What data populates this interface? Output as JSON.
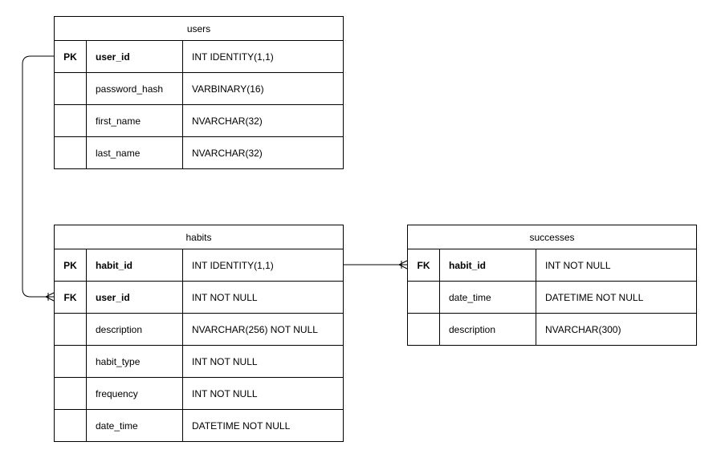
{
  "users": {
    "title": "users",
    "rows": [
      {
        "key": "PK",
        "name": "user_id",
        "type": "INT IDENTITY(1,1)",
        "bold": true
      },
      {
        "key": "",
        "name": "password_hash",
        "type": "VARBINARY(16)",
        "bold": false
      },
      {
        "key": "",
        "name": "first_name",
        "type": "NVARCHAR(32)",
        "bold": false
      },
      {
        "key": "",
        "name": "last_name",
        "type": "NVARCHAR(32)",
        "bold": false
      }
    ]
  },
  "habits": {
    "title": "habits",
    "rows": [
      {
        "key": "PK",
        "name": "habit_id",
        "type": "INT IDENTITY(1,1)",
        "bold": true
      },
      {
        "key": "FK",
        "name": "user_id",
        "type": "INT NOT NULL",
        "bold": true
      },
      {
        "key": "",
        "name": "description",
        "type": "NVARCHAR(256) NOT NULL",
        "bold": false
      },
      {
        "key": "",
        "name": "habit_type",
        "type": "INT NOT NULL",
        "bold": false
      },
      {
        "key": "",
        "name": "frequency",
        "type": "INT NOT NULL",
        "bold": false
      },
      {
        "key": "",
        "name": "date_time",
        "type": "DATETIME NOT NULL",
        "bold": false
      }
    ]
  },
  "successes": {
    "title": "successes",
    "rows": [
      {
        "key": "FK",
        "name": "habit_id",
        "type": "INT NOT NULL",
        "bold": true
      },
      {
        "key": "",
        "name": "date_time",
        "type": "DATETIME NOT NULL",
        "bold": false
      },
      {
        "key": "",
        "name": "description",
        "type": "NVARCHAR(300)",
        "bold": false
      }
    ]
  },
  "relationships": [
    {
      "from": "users.user_id",
      "to": "habits.user_id",
      "cardinality": "one-to-many"
    },
    {
      "from": "habits.habit_id",
      "to": "successes.habit_id",
      "cardinality": "one-to-many"
    }
  ]
}
